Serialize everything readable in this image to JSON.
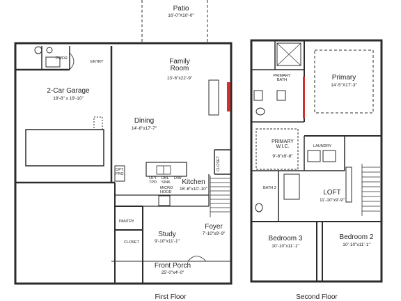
{
  "first_floor": {
    "caption": "First Floor",
    "patio": {
      "name": "Patio",
      "dims": "16'-0\"X10'-0\""
    },
    "family_room": {
      "name": "Family Room",
      "dims": "13'-6\"x22'-9\""
    },
    "garage": {
      "name": "2-Car Garage",
      "dims": "19'-8\" x 19'-10\""
    },
    "dining": {
      "name": "Dining",
      "dims": "14'-8\"x17'-7\""
    },
    "kitchen": {
      "name": "Kitchen",
      "dims": "16'-6\"x10'-10\""
    },
    "study": {
      "name": "Study",
      "dims": "9'-10\"x11'-1\""
    },
    "foyer": {
      "name": "Foyer",
      "dims": "7'-10\"x9'-9\""
    },
    "front_porch": {
      "name": "Front Porch",
      "dims": "25'-0\"x4'-0\""
    },
    "small_labels": {
      "pwdr": "PWDR",
      "entry": "ENTRY",
      "pantry": "PANTRY",
      "closet_study": "CLOSET",
      "closet_foyer": "CLOSET",
      "opt_frg": "OPT. FRG",
      "micro_hood": "MICRO HOOD",
      "opt_tpd": "OPT TPD",
      "dbl_sink": "DBL SINK",
      "dw": "D/W"
    }
  },
  "second_floor": {
    "caption": "Second Floor",
    "primary": {
      "name": "Primary",
      "dims": "14'-5\"X17'-3\""
    },
    "primary_bath": {
      "name": "PRIMARY BATH"
    },
    "primary_wic": {
      "name": "PRIMARY W.I.C.",
      "dims": "9'-8\"x9'-8\""
    },
    "laundry": {
      "name": "LAUNDRY"
    },
    "bath2": {
      "name": "BATH 2"
    },
    "loft": {
      "name": "LOFT",
      "dims": "11'-10\"x9'-9\""
    },
    "bedroom3": {
      "name": "Bedroom 3",
      "dims": "10'-10\"x11'-1\""
    },
    "bedroom2": {
      "name": "Bedroom 2",
      "dims": "10'-10\"x11'-1\""
    }
  },
  "colors": {
    "wall": "#2b2b2b",
    "fireplace": "#d32f2f",
    "line": "#555555"
  }
}
